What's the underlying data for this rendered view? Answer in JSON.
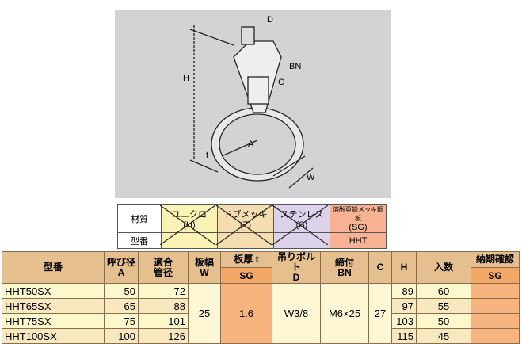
{
  "drawing": {
    "labels": {
      "D": "D",
      "H": "H",
      "BN": "BN",
      "C": "C",
      "A": "A",
      "t": "t",
      "W": "W"
    }
  },
  "materials": {
    "row_labels": [
      "材質",
      "型番"
    ],
    "items": [
      {
        "name": "ユニクロ",
        "code": "(U)",
        "available": false,
        "color": "#fbf3b6"
      },
      {
        "name": "ドブメッキ",
        "code": "(Z)",
        "available": false,
        "color": "#f6ddb0"
      },
      {
        "name": "ステンレス",
        "code": "(S)",
        "available": false,
        "color": "#dcd3ea"
      },
      {
        "name": "溶融亜鉛メッキ鋼板",
        "code": "(SG)",
        "available": true,
        "model": "HHT",
        "color": "#f6b293"
      }
    ]
  },
  "spec": {
    "headers": {
      "model": "型番",
      "a1": "呼び径",
      "a2": "A",
      "p1": "適合",
      "p2": "管径",
      "w1": "板幅",
      "w2": "W",
      "t1": "板厚 t",
      "t2": "SG",
      "d1": "吊りボルト",
      "d2": "D",
      "bn1": "締付",
      "bn2": "BN",
      "c": "C",
      "h": "H",
      "qty": "入数",
      "del1": "納期確認",
      "del2": "SG"
    },
    "rows": [
      {
        "model": "HHT50SX",
        "a": "50",
        "pipe": "72",
        "h": "89",
        "qty": "60"
      },
      {
        "model": "HHT65SX",
        "a": "65",
        "pipe": "88",
        "h": "97",
        "qty": "55"
      },
      {
        "model": "HHT75SX",
        "a": "75",
        "pipe": "101",
        "h": "103",
        "qty": "50"
      },
      {
        "model": "HHT100SX",
        "a": "100",
        "pipe": "126",
        "h": "115",
        "qty": "45"
      }
    ],
    "shared": {
      "w": "25",
      "t": "1.6",
      "d": "W3/8",
      "bn": "M6×25",
      "c": "27"
    }
  }
}
